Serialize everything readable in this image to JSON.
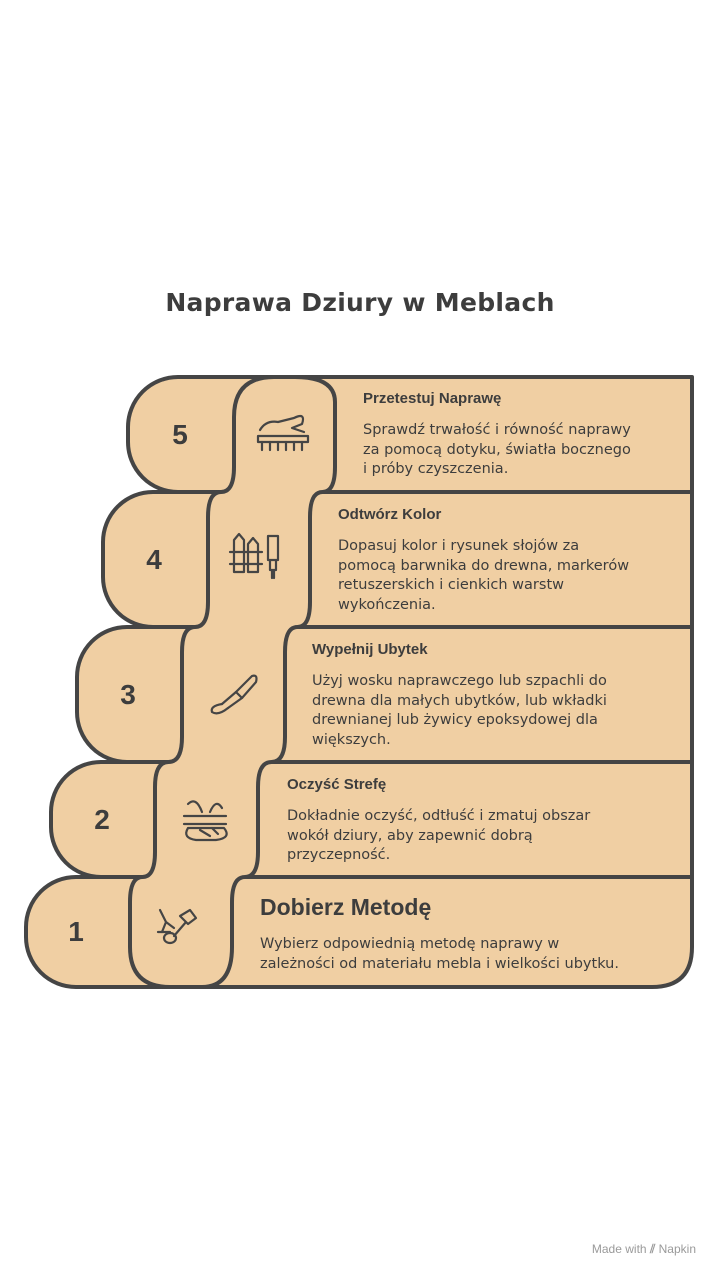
{
  "title": "Naprawa Dziury w Meblach",
  "colors": {
    "fill": "#f0cfa3",
    "stroke": "#454545",
    "text": "#3d3d3d"
  },
  "steps": [
    {
      "number": "1",
      "title": "Dobierz Metodę",
      "icon": "tools-icon",
      "lines": [
        "Wybierz odpowiednią metodę naprawy w",
        "zależności od materiału mebla i wielkości ubytku."
      ]
    },
    {
      "number": "2",
      "title": "Oczyść Strefę",
      "icon": "cleaning-hands-icon",
      "lines": [
        "Dokładnie oczyść, odtłuść i zmatuj obszar",
        "wokół dziury, aby zapewnić dobrą",
        "przyczepność."
      ]
    },
    {
      "number": "3",
      "title": "Wypełnij Ubytek",
      "icon": "putty-knife-icon",
      "lines": [
        "Użyj wosku naprawczego lub szpachli do",
        "drewna dla małych ubytków, lub wkładki",
        "drewnianej lub żywicy epoksydowej dla",
        "większych."
      ]
    },
    {
      "number": "4",
      "title": "Odtwórz Kolor",
      "icon": "fence-paintbrush-icon",
      "lines": [
        "Dopasuj kolor i rysunek słojów za",
        "pomocą barwnika do drewna, markerów",
        "retuszerskich i cienkich warstw",
        "wykończenia."
      ]
    },
    {
      "number": "5",
      "title": "Przetestuj Naprawę",
      "icon": "hand-brush-icon",
      "lines": [
        "Sprawdź trwałość i równość naprawy",
        "za pomocą dotyku, światła bocznego",
        "i próby czyszczenia."
      ]
    }
  ],
  "footer": {
    "made_with": "Made with",
    "brand": "Napkin"
  }
}
